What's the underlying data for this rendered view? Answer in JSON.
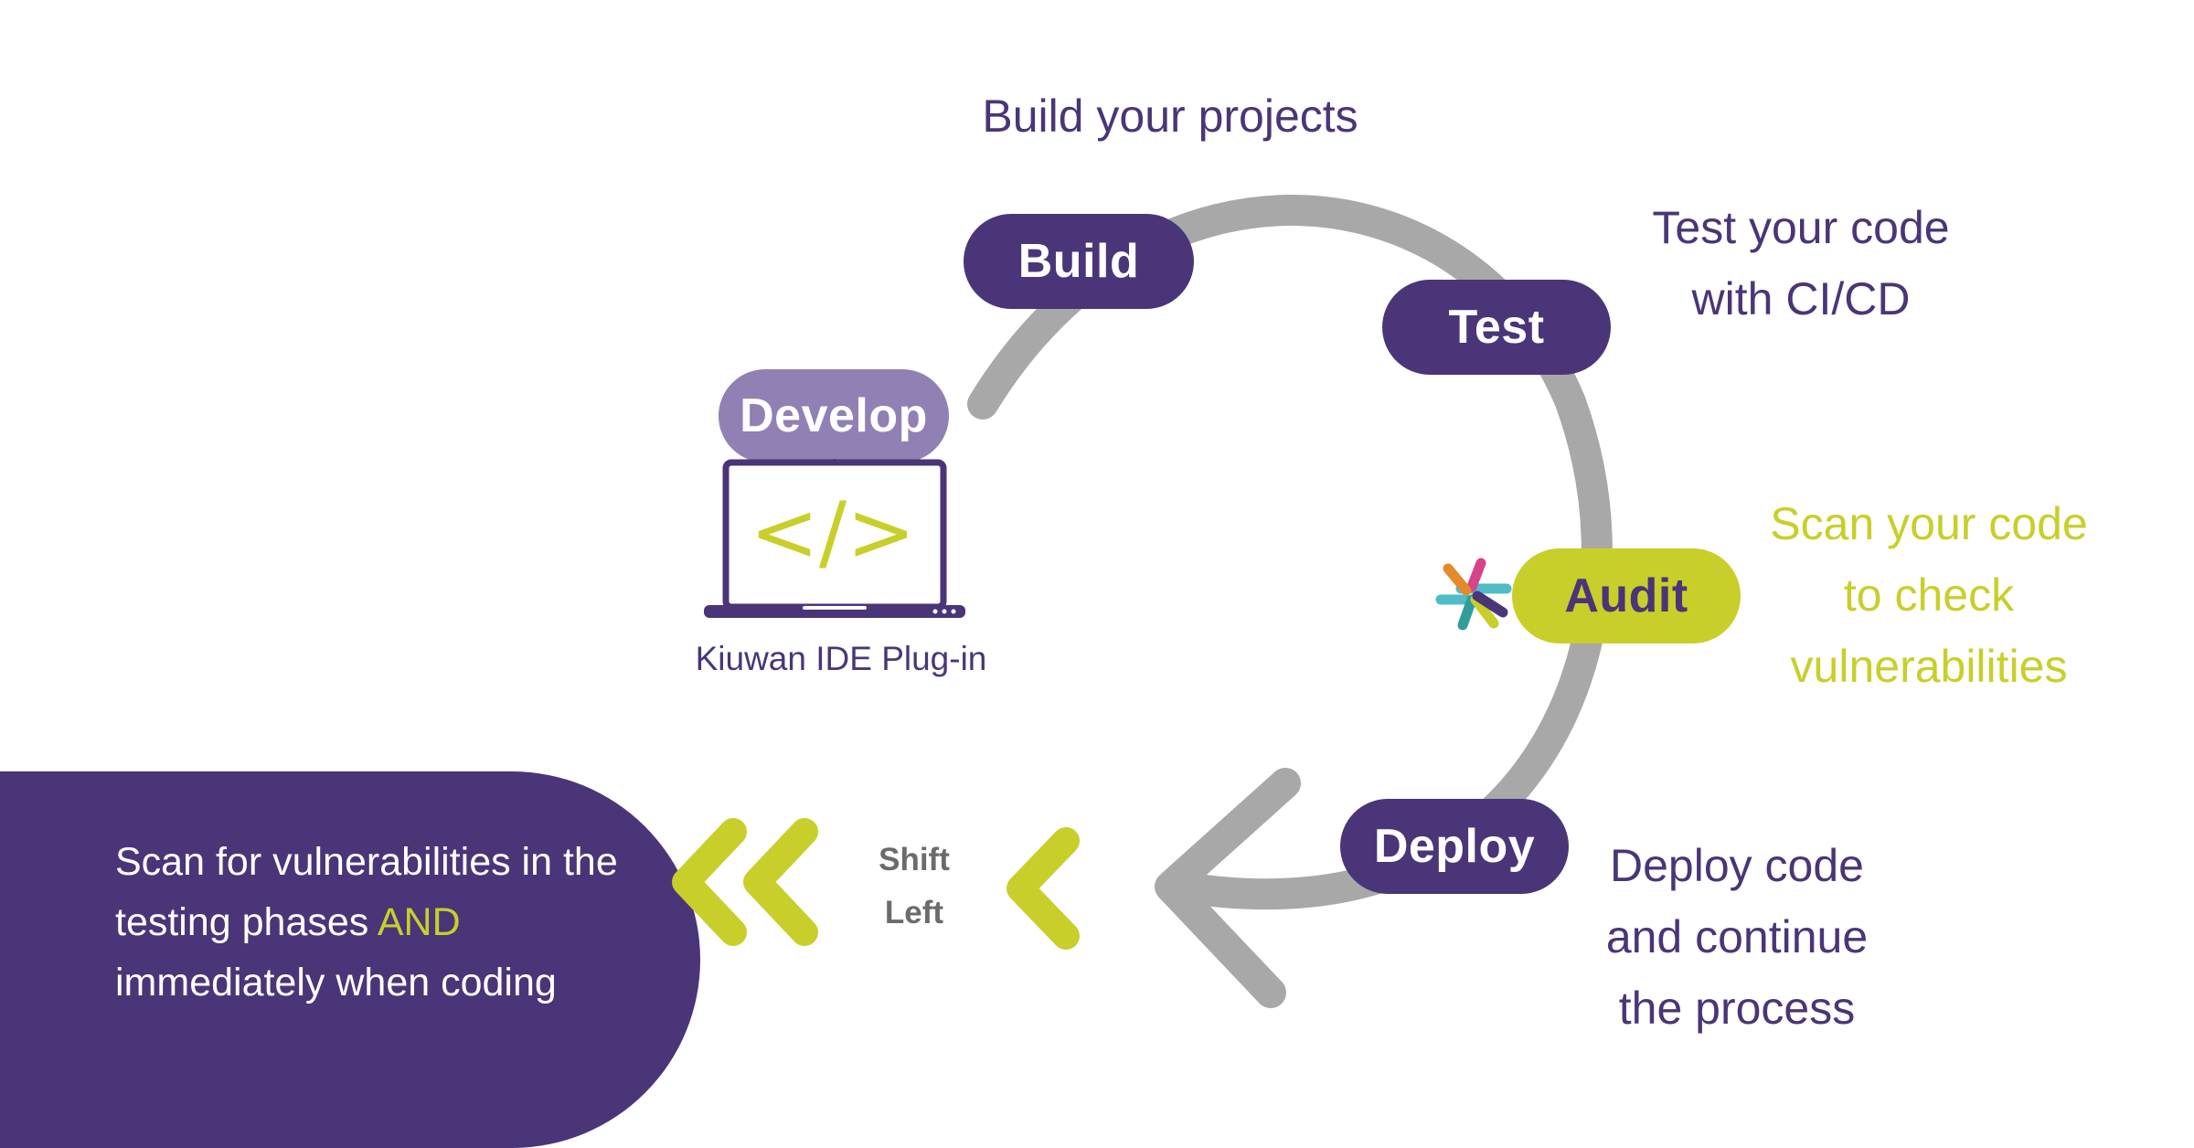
{
  "colors": {
    "purple": "#4a3578",
    "lavender": "#9180b4",
    "lime": "#c8cf2a",
    "gray": "#a8a8a8",
    "white": "#ffffff"
  },
  "stages": {
    "build": "Build",
    "test": "Test",
    "develop": "Develop",
    "audit": "Audit",
    "deploy": "Deploy"
  },
  "captions": {
    "build": "Build your projects",
    "test": "Test your code\nwith CI/CD",
    "audit": "Scan your code\nto check\nvulnerabilities",
    "deploy": "Deploy code\nand continue\nthe process"
  },
  "ide": {
    "code_glyph": "</>",
    "label": "Kiuwan IDE Plug-in"
  },
  "shift_left": {
    "line1": "Shift",
    "line2": "Left"
  },
  "panel": {
    "text_before": "Scan for vulnerabilities in the testing phases ",
    "highlight": "AND",
    "text_after": " immediately when coding"
  },
  "icons": [
    "kiuwan-logo-icon",
    "laptop-icon",
    "double-chevron-left-icon",
    "chevron-left-icon",
    "cycle-arrow-icon"
  ]
}
